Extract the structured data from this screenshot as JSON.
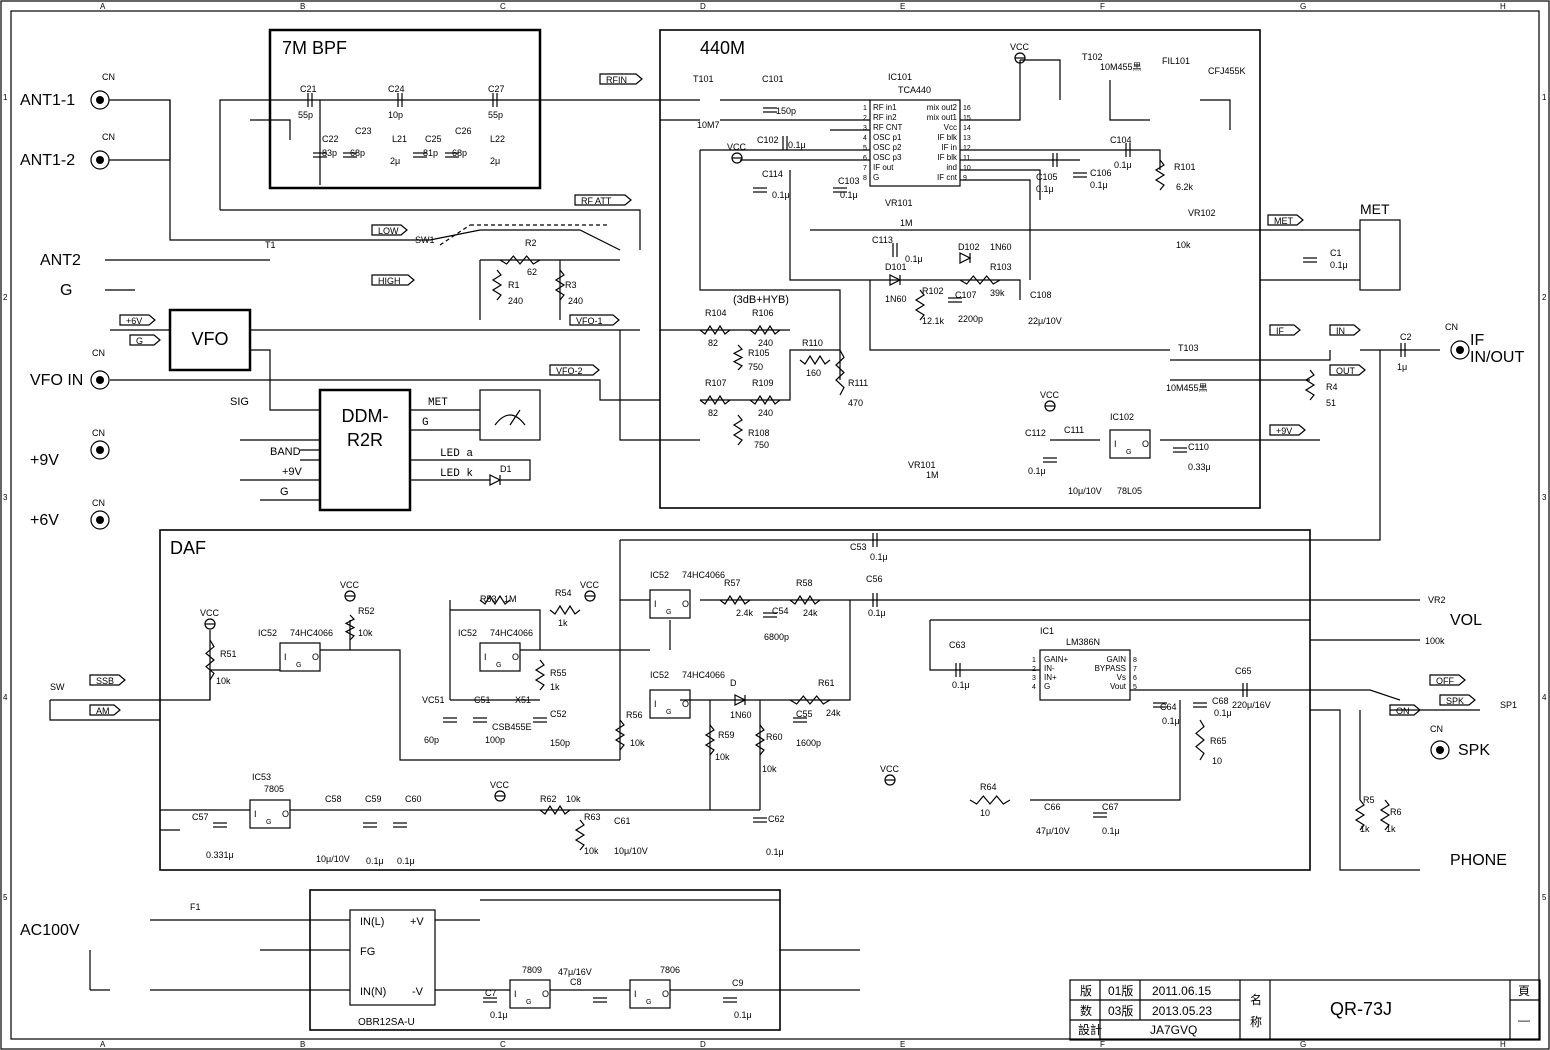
{
  "frame": {
    "cols": [
      "A",
      "B",
      "C",
      "D",
      "E",
      "F",
      "G",
      "H"
    ],
    "rows": [
      "1",
      "2",
      "3",
      "4",
      "5"
    ]
  },
  "blocks": {
    "bpf": "7M BPF",
    "rx440": "440M",
    "daf": "DAF",
    "vfo": "VFO",
    "ddm1": "DDM-",
    "ddm2": "R2R",
    "met_box": "MET",
    "psu": "OBR12SA-U"
  },
  "connectors": {
    "ant1_1": "ANT1-1",
    "ant1_2": "ANT1-2",
    "ant2": "ANT2",
    "g": "G",
    "vfo_in": "VFO IN",
    "p9v": "+9V",
    "p6v": "+6V",
    "if_inout1": "IF",
    "if_inout2": "IN/OUT",
    "vol": "VOL",
    "spk": "SPK",
    "phone": "PHONE",
    "ac100v": "AC100V",
    "cn": "CN"
  },
  "tags": {
    "rfin": "RFIN",
    "rfatt": "RF ATT",
    "low": "LOW",
    "high": "HIGH",
    "p6v": "+6V",
    "g": "G",
    "vfo1": "VFO-1",
    "vfo2": "VFO-2",
    "met": "MET",
    "if": "IF",
    "in": "IN",
    "out": "OUT",
    "p9v": "+9V",
    "ssb": "SSB",
    "am": "AM",
    "off": "OFF",
    "on": "ON",
    "spk": "SPK"
  },
  "ddm_pins": {
    "met": "MET",
    "g": "G",
    "led_a": "LED a",
    "led_k": "LED k",
    "sig": "SIG",
    "band": "BAND",
    "p9v": "+9V",
    "g2": "G"
  },
  "ic101": {
    "ref": "IC101",
    "part": "TCA440",
    "left_pins": [
      "RF in1",
      "RF in2",
      "RF CNT",
      "OSC p1",
      "OSC p2",
      "OSC p3",
      "IF out",
      "G"
    ],
    "left_nums": [
      "1",
      "2",
      "3",
      "4",
      "5",
      "6",
      "7",
      "8"
    ],
    "right_pins": [
      "mix out2",
      "mix out1",
      "Vcc",
      "IF blk",
      "IF in",
      "IF blk",
      "ind",
      "IF cnt"
    ],
    "right_nums": [
      "16",
      "15",
      "14",
      "13",
      "12",
      "11",
      "10",
      "9"
    ]
  },
  "lm386": {
    "ref": "IC1",
    "part": "LM386N",
    "left_pins": [
      "GAIN+",
      "IN-",
      "IN+",
      "G"
    ],
    "right_pins": [
      "GAIN",
      "BYPASS",
      "Vs",
      "Vout"
    ],
    "left_nums": [
      "1",
      "2",
      "3",
      "4"
    ],
    "right_nums": [
      "8",
      "7",
      "6",
      "5"
    ]
  },
  "labels": [
    [
      "C21",
      "55p"
    ],
    [
      "C24",
      "10p"
    ],
    [
      "C27",
      "55p"
    ],
    [
      "C22",
      "83p"
    ],
    [
      "C23",
      "68p"
    ],
    [
      "L21",
      "2μ"
    ],
    [
      "C25",
      "81p"
    ],
    [
      "C26",
      "68p"
    ],
    [
      "L22",
      "2μ"
    ],
    [
      "T101",
      "10M7"
    ],
    [
      "C101",
      "150p"
    ],
    [
      "C102",
      "0.1μ"
    ],
    [
      "C114",
      "0.1μ"
    ],
    [
      "C103",
      "0.1μ"
    ],
    [
      "VR101",
      "1M"
    ],
    [
      "C113",
      "0.1μ"
    ],
    [
      "D101",
      "1N60"
    ],
    [
      "R102",
      "12.1k"
    ],
    [
      "C107",
      "2200p"
    ],
    [
      "D102",
      "1N60"
    ],
    [
      "R103",
      "39k"
    ],
    [
      "C108",
      "22μ/10V"
    ],
    [
      "C105",
      "0.1μ"
    ],
    [
      "C106",
      "0.1μ"
    ],
    [
      "C104",
      "0.1μ"
    ],
    [
      "R101",
      "6.2k"
    ],
    [
      "T102",
      "10M455黒"
    ],
    [
      "FIL101",
      "CFJ455K"
    ],
    [
      "VR102",
      "10k"
    ],
    [
      "C1",
      "0.1μ"
    ],
    [
      "R104",
      "82"
    ],
    [
      "R106",
      "240"
    ],
    [
      "R105",
      "750"
    ],
    [
      "R110",
      "160"
    ],
    [
      "R111",
      "470"
    ],
    [
      "R107",
      "82"
    ],
    [
      "R109",
      "240"
    ],
    [
      "R108",
      "750"
    ],
    [
      "T103",
      "10M455黒"
    ],
    [
      "R4",
      "51"
    ],
    [
      "C2",
      "1μ"
    ],
    [
      "C112",
      "0.1μ"
    ],
    [
      "C111",
      "10μ/10V"
    ],
    [
      "IC102",
      "78L05"
    ],
    [
      "C110",
      "0.33μ"
    ],
    [
      "R1",
      "240"
    ],
    [
      "R2",
      "62"
    ],
    [
      "R3",
      "240"
    ],
    [
      "T1",
      ""
    ],
    [
      "SW1",
      ""
    ],
    [
      "D1",
      ""
    ],
    [
      "R51",
      "10k"
    ],
    [
      "R52",
      "10k"
    ],
    [
      "R53",
      "1M"
    ],
    [
      "R54",
      "1k"
    ],
    [
      "R55",
      "1k"
    ],
    [
      "VC51",
      "60p"
    ],
    [
      "C51",
      "100p"
    ],
    [
      "X51",
      "CSB455E"
    ],
    [
      "C52",
      "150p"
    ],
    [
      "R56",
      "10k"
    ],
    [
      "R57",
      "2.4k"
    ],
    [
      "C54",
      "6800p"
    ],
    [
      "R58",
      "24k"
    ],
    [
      "C56",
      "0.1μ"
    ],
    [
      "C53",
      "0.1μ"
    ],
    [
      "D",
      "1N60"
    ],
    [
      "R59",
      "10k"
    ],
    [
      "R60",
      "10k"
    ],
    [
      "C55",
      "1600p"
    ],
    [
      "R61",
      "24k"
    ],
    [
      "VR2",
      "100k"
    ],
    [
      "C63",
      "0.1μ"
    ],
    [
      "C64",
      "0.1μ"
    ],
    [
      "C65",
      "220μ/16V"
    ],
    [
      "C68",
      "0.1μ"
    ],
    [
      "R65",
      "10"
    ],
    [
      "R64",
      "10"
    ],
    [
      "C66",
      "47μ/10V"
    ],
    [
      "C67",
      "0.1μ"
    ],
    [
      "IC53",
      "7805"
    ],
    [
      "C57",
      "0.331μ"
    ],
    [
      "C58",
      "10μ/10V"
    ],
    [
      "C59",
      "0.1μ"
    ],
    [
      "C60",
      "0.1μ"
    ],
    [
      "R62",
      "10k"
    ],
    [
      "R63",
      "10k"
    ],
    [
      "C61",
      "10μ/10V"
    ],
    [
      "C62",
      "0.1μ"
    ],
    [
      "R5",
      "1k"
    ],
    [
      "R6",
      "1k"
    ],
    [
      "SP1",
      ""
    ],
    [
      "F1",
      ""
    ],
    [
      "C7",
      "0.1μ"
    ],
    [
      "C8",
      "47μ/16V"
    ],
    [
      "C9",
      "0.1μ"
    ]
  ],
  "misc": {
    "hyb": "(3dB+HYB)",
    "vcc": "VCC",
    "ic52": "IC52",
    "hc4066": "74HC4066",
    "ic1_7809": "7809",
    "ic1_7806": "7806",
    "inl": "IN(L)",
    "fg": "FG",
    "inn": "IN(N)",
    "pv": "+V",
    "mv": "-V",
    "sw": "SW",
    "vr101_bot": "VR101",
    "vr101_val": "1M",
    "gate_i": "I",
    "gate_g": "G",
    "gate_o": "O"
  },
  "title_block": {
    "ban": "版",
    "su": "数",
    "rev1": "01版",
    "date1": "2011.06.15",
    "rev2": "03版",
    "date2": "2013.05.23",
    "sekkei": "設計",
    "designer": "JA7GVQ",
    "mei": "名",
    "sho": "称",
    "title": "QR-73J",
    "page_label": "頁",
    "page": "—"
  }
}
